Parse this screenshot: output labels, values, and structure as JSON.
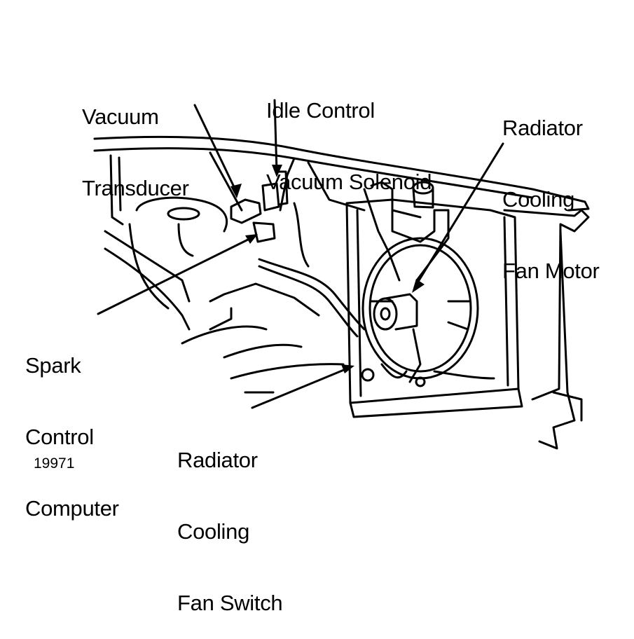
{
  "labels": {
    "vacuum_transducer": [
      "Vacuum",
      "Transducer"
    ],
    "idle_control_vacuum_solenoid": [
      "Idle Control",
      "Vacuum Solenoid"
    ],
    "radiator_cooling_fan_motor": [
      "Radiator",
      "Cooling",
      "Fan Motor"
    ],
    "spark_control_computer": [
      "Spark",
      "Control",
      "Computer"
    ],
    "radiator_cooling_fan_switch": [
      "Radiator",
      "Cooling",
      "Fan Switch"
    ]
  },
  "figure_number": "19971",
  "colors": {
    "ink": "#000000",
    "paper": "#ffffff"
  }
}
